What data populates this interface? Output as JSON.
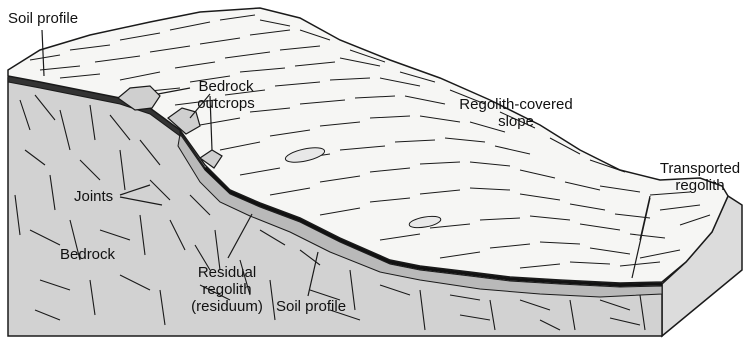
{
  "labels": {
    "soil_profile_top": "Soil profile",
    "bedrock_outcrops_1": "Bedrock",
    "bedrock_outcrops_2": "outcrops",
    "regolith_slope_1": "Regolith-covered",
    "regolith_slope_2": "slope",
    "transported_1": "Transported",
    "transported_2": "regolith",
    "joints": "Joints",
    "bedrock": "Bedrock",
    "residual_1": "Residual",
    "residual_2": "regolith",
    "residual_3": "(residuum)",
    "soil_profile_bottom": "Soil profile"
  },
  "colors": {
    "line": "#1a1a1a",
    "surface": "#f6f6f4",
    "block_side": "#d9d9d9",
    "block_front": "#cfcfcf",
    "regolith_band": "#b8b8b8"
  }
}
